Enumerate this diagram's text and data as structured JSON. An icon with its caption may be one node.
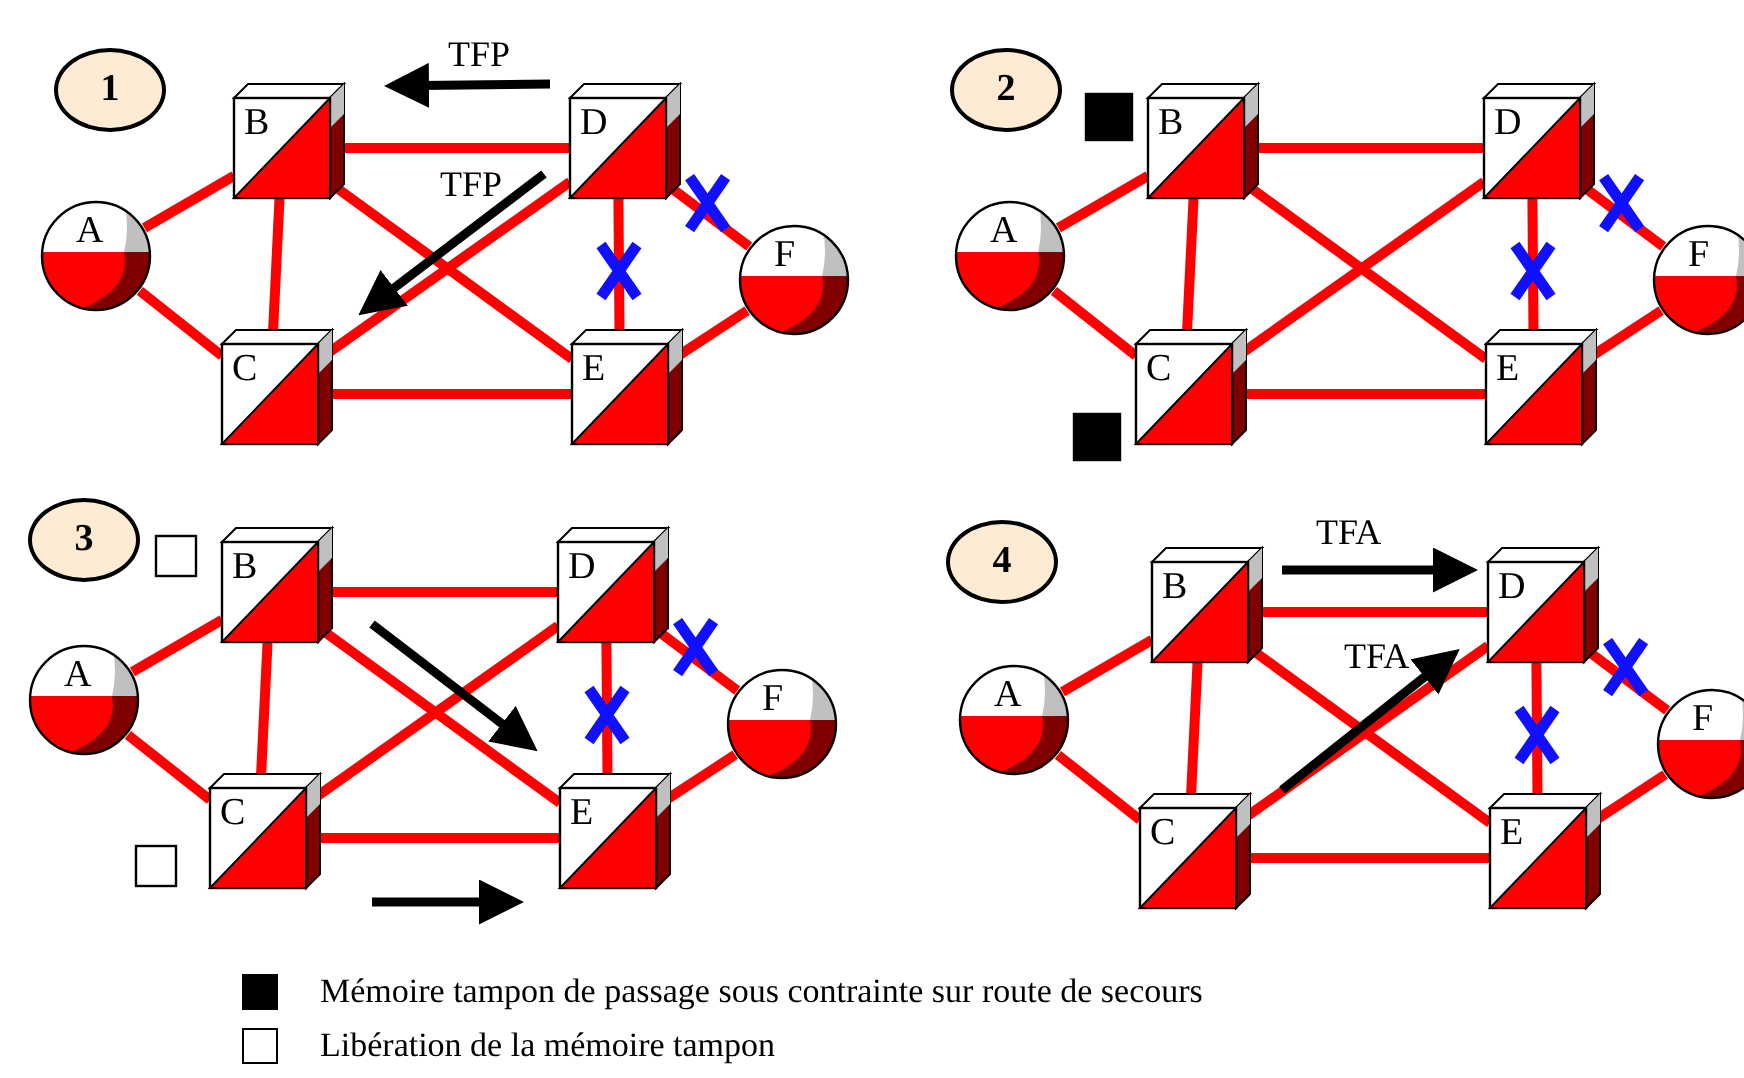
{
  "diagram": {
    "nodes": [
      {
        "text": [
          "1"
        ]
      },
      {
        "text": [
          "A"
        ]
      },
      {
        "text": [
          "B"
        ]
      },
      {
        "text": [
          "C"
        ]
      },
      {
        "text": [
          "D"
        ]
      },
      {
        "text": [
          "E"
        ]
      },
      {
        "text": [
          "F"
        ]
      },
      {
        "text": [
          "2"
        ]
      },
      {
        "text": [
          "A"
        ]
      },
      {
        "text": [
          "B"
        ]
      },
      {
        "text": [
          "C"
        ]
      },
      {
        "text": [
          "D"
        ]
      },
      {
        "text": [
          "E"
        ]
      },
      {
        "text": [
          "F"
        ]
      },
      {
        "text": [
          "3"
        ]
      },
      {
        "text": [
          "A"
        ]
      },
      {
        "text": [
          "B"
        ]
      },
      {
        "text": [
          "C"
        ]
      },
      {
        "text": [
          "D"
        ]
      },
      {
        "text": [
          "E"
        ]
      },
      {
        "text": [
          "F"
        ]
      },
      {
        "text": [
          "4"
        ]
      },
      {
        "text": [
          "A"
        ]
      },
      {
        "text": [
          "B"
        ]
      },
      {
        "text": [
          "C"
        ]
      },
      {
        "text": [
          "D"
        ]
      },
      {
        "text": [
          "E"
        ]
      },
      {
        "text": [
          "F"
        ]
      }
    ],
    "edges": [
      {
        "from": 1,
        "to": 2,
        "arrow": "none"
      },
      {
        "from": 1,
        "to": 3,
        "arrow": "none"
      },
      {
        "from": 2,
        "to": 3,
        "arrow": "none"
      },
      {
        "from": 2,
        "to": 4,
        "arrow": "none"
      },
      {
        "from": 2,
        "to": 5,
        "arrow": "none"
      },
      {
        "from": 3,
        "to": 4,
        "arrow": "none"
      },
      {
        "from": 3,
        "to": 5,
        "arrow": "none"
      },
      {
        "from": 4,
        "to": 5,
        "arrow": "none"
      },
      {
        "from": 4,
        "to": 6,
        "arrow": "none"
      },
      {
        "from": 5,
        "to": 6,
        "arrow": "none"
      },
      {
        "from": 8,
        "to": 9,
        "arrow": "none"
      },
      {
        "from": 8,
        "to": 10,
        "arrow": "none"
      },
      {
        "from": 9,
        "to": 10,
        "arrow": "none"
      },
      {
        "from": 9,
        "to": 11,
        "arrow": "none"
      },
      {
        "from": 9,
        "to": 12,
        "arrow": "none"
      },
      {
        "from": 10,
        "to": 11,
        "arrow": "none"
      },
      {
        "from": 10,
        "to": 12,
        "arrow": "none"
      },
      {
        "from": 11,
        "to": 12,
        "arrow": "none"
      },
      {
        "from": 11,
        "to": 13,
        "arrow": "none"
      },
      {
        "from": 12,
        "to": 13,
        "arrow": "none"
      },
      {
        "from": 15,
        "to": 16,
        "arrow": "none"
      },
      {
        "from": 15,
        "to": 17,
        "arrow": "none"
      },
      {
        "from": 16,
        "to": 17,
        "arrow": "none"
      },
      {
        "from": 16,
        "to": 18,
        "arrow": "none"
      },
      {
        "from": 16,
        "to": 19,
        "arrow": "none"
      },
      {
        "from": 17,
        "to": 18,
        "arrow": "none"
      },
      {
        "from": 17,
        "to": 19,
        "arrow": "none"
      },
      {
        "from": 18,
        "to": 19,
        "arrow": "none"
      },
      {
        "from": 18,
        "to": 20,
        "arrow": "none"
      },
      {
        "from": 19,
        "to": 20,
        "arrow": "none"
      },
      {
        "from": 22,
        "to": 23,
        "arrow": "none"
      },
      {
        "from": 22,
        "to": 24,
        "arrow": "none"
      },
      {
        "from": 23,
        "to": 24,
        "arrow": "none"
      },
      {
        "from": 23,
        "to": 25,
        "arrow": "none"
      },
      {
        "from": 23,
        "to": 26,
        "arrow": "none"
      },
      {
        "from": 24,
        "to": 25,
        "arrow": "none"
      },
      {
        "from": 24,
        "to": 26,
        "arrow": "none"
      },
      {
        "from": 25,
        "to": 26,
        "arrow": "none"
      },
      {
        "from": 25,
        "to": 27,
        "arrow": "none"
      },
      {
        "from": 26,
        "to": 27,
        "arrow": "none"
      }
    ],
    "labels": [
      "TFP",
      "TFP",
      "TFA",
      "TFA"
    ],
    "legend": [
      {
        "text": "Mémoire tampon de passage sous contrainte sur route de secours",
        "color": "#000000"
      },
      {
        "text": "Libération de la mémoire tampon",
        "color": "#ffffff"
      }
    ]
  }
}
